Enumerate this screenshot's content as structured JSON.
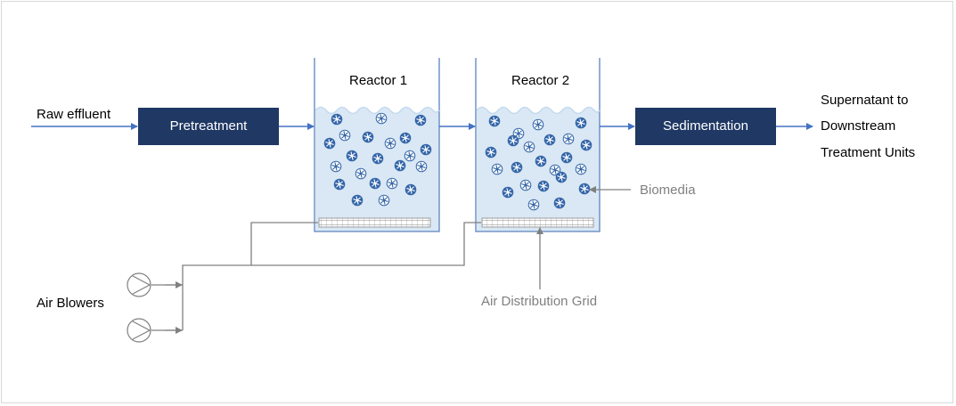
{
  "colors": {
    "process_box": "#1f3864",
    "flow_line": "#4472c4",
    "reactor_fill": "#dae8f5",
    "reactor_border": "#5b84bd",
    "biomedia": "#3466a8",
    "pipe": "#808080",
    "annotation": "#808080"
  },
  "labels": {
    "raw_effluent": "Raw effluent",
    "pretreatment": "Pretreatment",
    "reactor1": "Reactor 1",
    "reactor2": "Reactor 2",
    "sedimentation": "Sedimentation",
    "supernatant_line1": "Supernatant to",
    "supernatant_line2": "Downstream",
    "supernatant_line3": "Treatment Units",
    "air_blowers": "Air Blowers",
    "biomedia": "Biomedia",
    "air_grid": "Air Distribution Grid"
  },
  "icons": {
    "blower": "pump-icon",
    "biomedia": "biomedia-carrier-icon",
    "grid": "diffuser-grid-icon"
  }
}
